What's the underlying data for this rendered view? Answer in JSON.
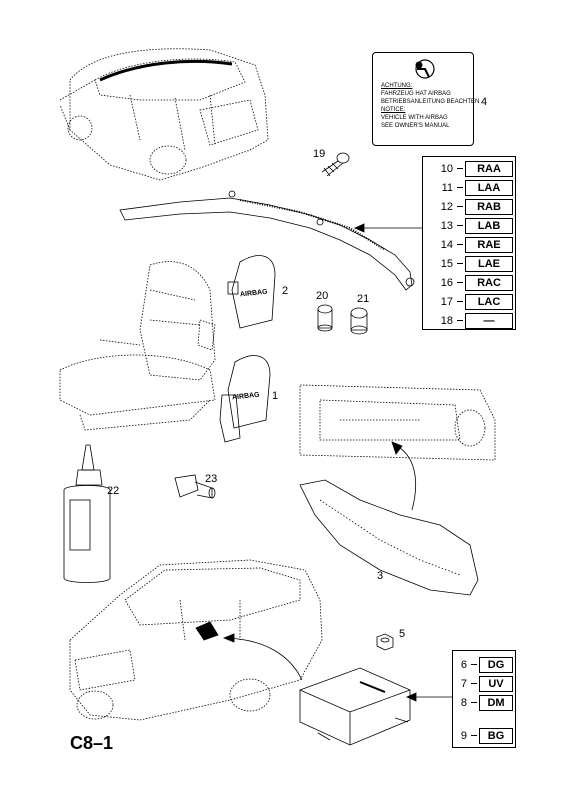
{
  "page_id": "C8–1",
  "warning_label": {
    "lines": [
      "ACHTUNG:",
      "FAHRZEUG HAT AIRBAG",
      "BETRIEBSANLEITUNG BEACHTEN",
      "NOTICE:",
      "VEHICLE WITH AIRBAG",
      "SEE OWNER'S MANUAL"
    ]
  },
  "callouts": {
    "c1": "1",
    "c2": "2",
    "c3": "3",
    "c4": "4",
    "c5": "5",
    "c19": "19",
    "c20": "20",
    "c21": "21",
    "c22": "22",
    "c23": "23"
  },
  "pad_text": "AIRBAG",
  "upper_codes": [
    {
      "num": "10",
      "code": "RAA"
    },
    {
      "num": "11",
      "code": "LAA"
    },
    {
      "num": "12",
      "code": "RAB"
    },
    {
      "num": "13",
      "code": "LAB"
    },
    {
      "num": "14",
      "code": "RAE"
    },
    {
      "num": "15",
      "code": "LAE"
    },
    {
      "num": "16",
      "code": "RAC"
    },
    {
      "num": "17",
      "code": "LAC"
    },
    {
      "num": "18",
      "code": "—"
    }
  ],
  "lower_codes": [
    {
      "num": "6",
      "code": "DG"
    },
    {
      "num": "7",
      "code": "UV"
    },
    {
      "num": "8",
      "code": "DM"
    },
    {
      "num": "9",
      "code": "BG"
    }
  ]
}
